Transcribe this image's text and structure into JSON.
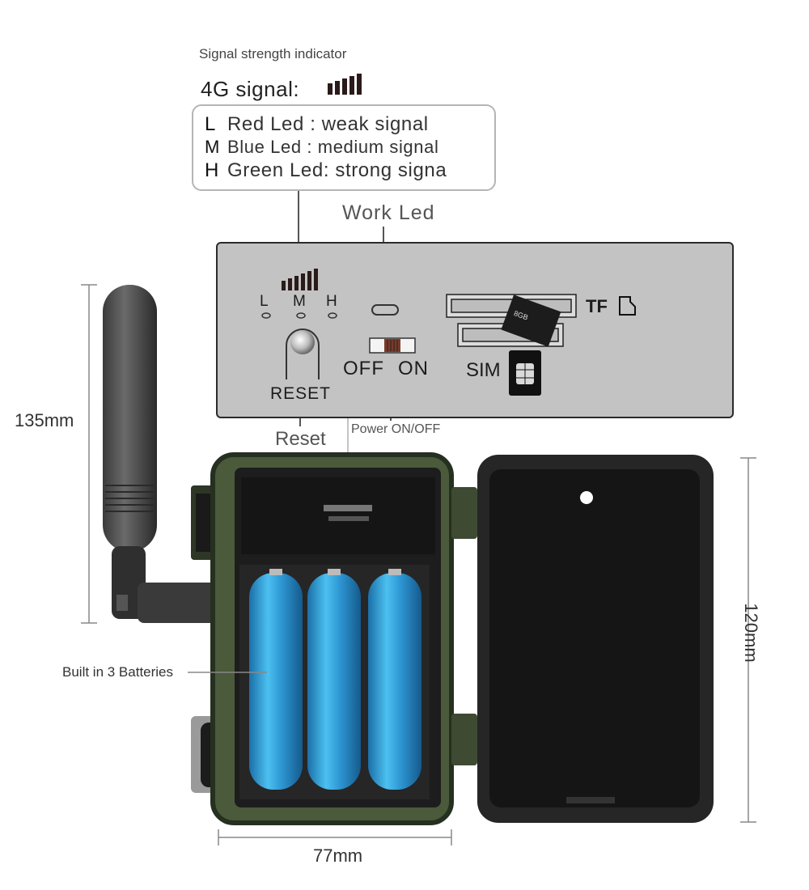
{
  "signal": {
    "title": "Signal strength indicator",
    "label_4g": "4G signal:",
    "legend": [
      {
        "letter": "L",
        "text": "Red Led : weak signal",
        "color": "#d32f2f"
      },
      {
        "letter": "M",
        "text": "Blue Led : medium signal",
        "color": "#1e88e5"
      },
      {
        "letter": "H",
        "text": "Green Led: strong signa",
        "color": "#2e9e44"
      }
    ]
  },
  "panel": {
    "work_led": "Work Led",
    "led_letters": [
      "L",
      "M",
      "H"
    ],
    "reset": "RESET",
    "off": "OFF",
    "on": "ON",
    "tf": "TF",
    "sim": "SIM",
    "tf_card_text": "8GB"
  },
  "captions": {
    "reset": "Reset",
    "power": "Power ON/OFF",
    "batteries": "Built in 3 Batteries"
  },
  "dimensions": {
    "height_antenna": "135mm",
    "width": "77mm",
    "height_body": "120mm"
  },
  "colors": {
    "battery": "#3aa3dc",
    "body": "#1e1e1e",
    "camo": "#4a5a3a",
    "panel_bg": "#c3c3c3"
  }
}
